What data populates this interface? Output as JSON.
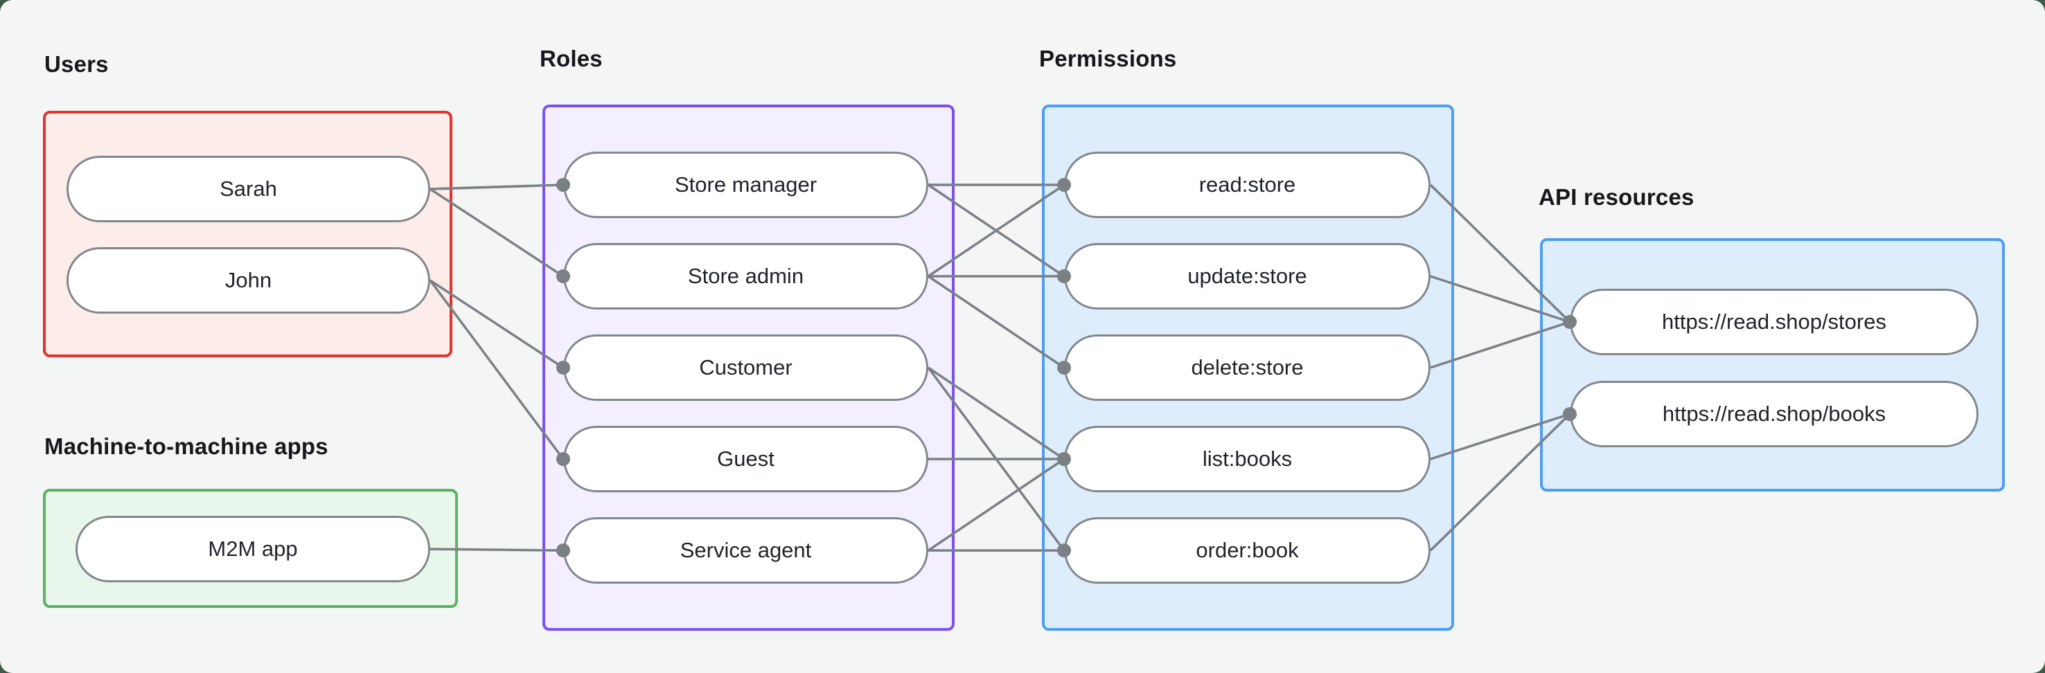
{
  "page": {
    "background_color": "#3f5a4a",
    "canvas_color": "#f4f6f5"
  },
  "diagram": {
    "edge_color": "#7b8085",
    "node_border_color": "#82878c",
    "node_fill": "#ffffff",
    "node_text_color": "#1f2329",
    "label_color": "#15181c",
    "groups": {
      "users": {
        "label": "Users",
        "accent": "#e0342f",
        "fill": "#fcecea",
        "nodes": [
          {
            "id": "sarah",
            "label": "Sarah"
          },
          {
            "id": "john",
            "label": "John"
          }
        ]
      },
      "m2m": {
        "label": "Machine-to-machine apps",
        "accent": "#5cb35f",
        "fill": "#e9f6ec",
        "nodes": [
          {
            "id": "m2m_app",
            "label": "M2M app"
          }
        ]
      },
      "roles": {
        "label": "Roles",
        "accent": "#7a52f4",
        "fill": "#f3effe",
        "nodes": [
          {
            "id": "store_manager",
            "label": "Store manager"
          },
          {
            "id": "store_admin",
            "label": "Store admin"
          },
          {
            "id": "customer",
            "label": "Customer"
          },
          {
            "id": "guest",
            "label": "Guest"
          },
          {
            "id": "service_agent",
            "label": "Service agent"
          }
        ]
      },
      "permissions": {
        "label": "Permissions",
        "accent": "#4d9df5",
        "fill": "#ddedfc",
        "nodes": [
          {
            "id": "read_store",
            "label": "read:store"
          },
          {
            "id": "update_store",
            "label": "update:store"
          },
          {
            "id": "delete_store",
            "label": "delete:store"
          },
          {
            "id": "list_books",
            "label": "list:books"
          },
          {
            "id": "order_book",
            "label": "order:book"
          }
        ]
      },
      "api_resources": {
        "label": "API resources",
        "accent": "#4d9df5",
        "fill": "#ddedfc",
        "nodes": [
          {
            "id": "stores_api",
            "label": "https://read.shop/stores"
          },
          {
            "id": "books_api",
            "label": "https://read.shop/books"
          }
        ]
      }
    },
    "edges": [
      [
        "sarah",
        "store_manager"
      ],
      [
        "sarah",
        "store_admin"
      ],
      [
        "john",
        "customer"
      ],
      [
        "john",
        "guest"
      ],
      [
        "m2m_app",
        "service_agent"
      ],
      [
        "store_manager",
        "read_store"
      ],
      [
        "store_manager",
        "update_store"
      ],
      [
        "store_admin",
        "read_store"
      ],
      [
        "store_admin",
        "update_store"
      ],
      [
        "store_admin",
        "delete_store"
      ],
      [
        "customer",
        "list_books"
      ],
      [
        "customer",
        "order_book"
      ],
      [
        "guest",
        "list_books"
      ],
      [
        "service_agent",
        "list_books"
      ],
      [
        "service_agent",
        "order_book"
      ],
      [
        "read_store",
        "stores_api"
      ],
      [
        "update_store",
        "stores_api"
      ],
      [
        "delete_store",
        "stores_api"
      ],
      [
        "list_books",
        "books_api"
      ],
      [
        "order_book",
        "books_api"
      ]
    ]
  }
}
